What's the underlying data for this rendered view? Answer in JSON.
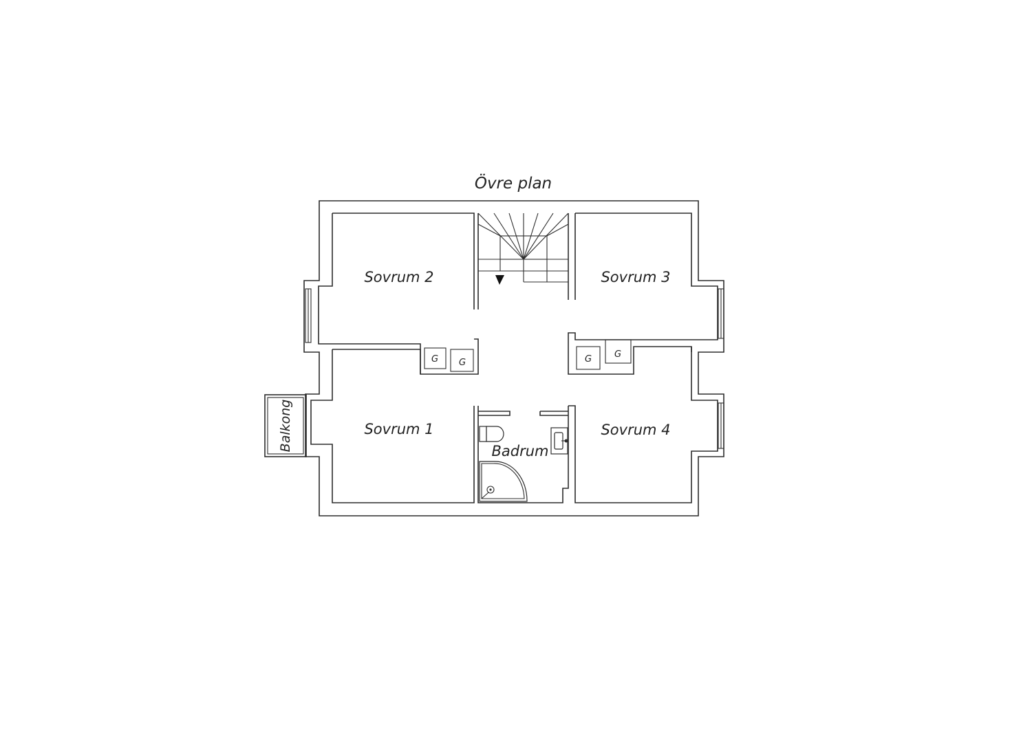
{
  "plan": {
    "title": "Övre plan",
    "rooms": {
      "sovrum2": "Sovrum 2",
      "sovrum3": "Sovrum 3",
      "sovrum1": "Sovrum 1",
      "sovrum4": "Sovrum 4",
      "badrum": "Badrum",
      "balkong": "Balkong"
    },
    "closets": [
      "G",
      "G",
      "G",
      "G"
    ]
  }
}
